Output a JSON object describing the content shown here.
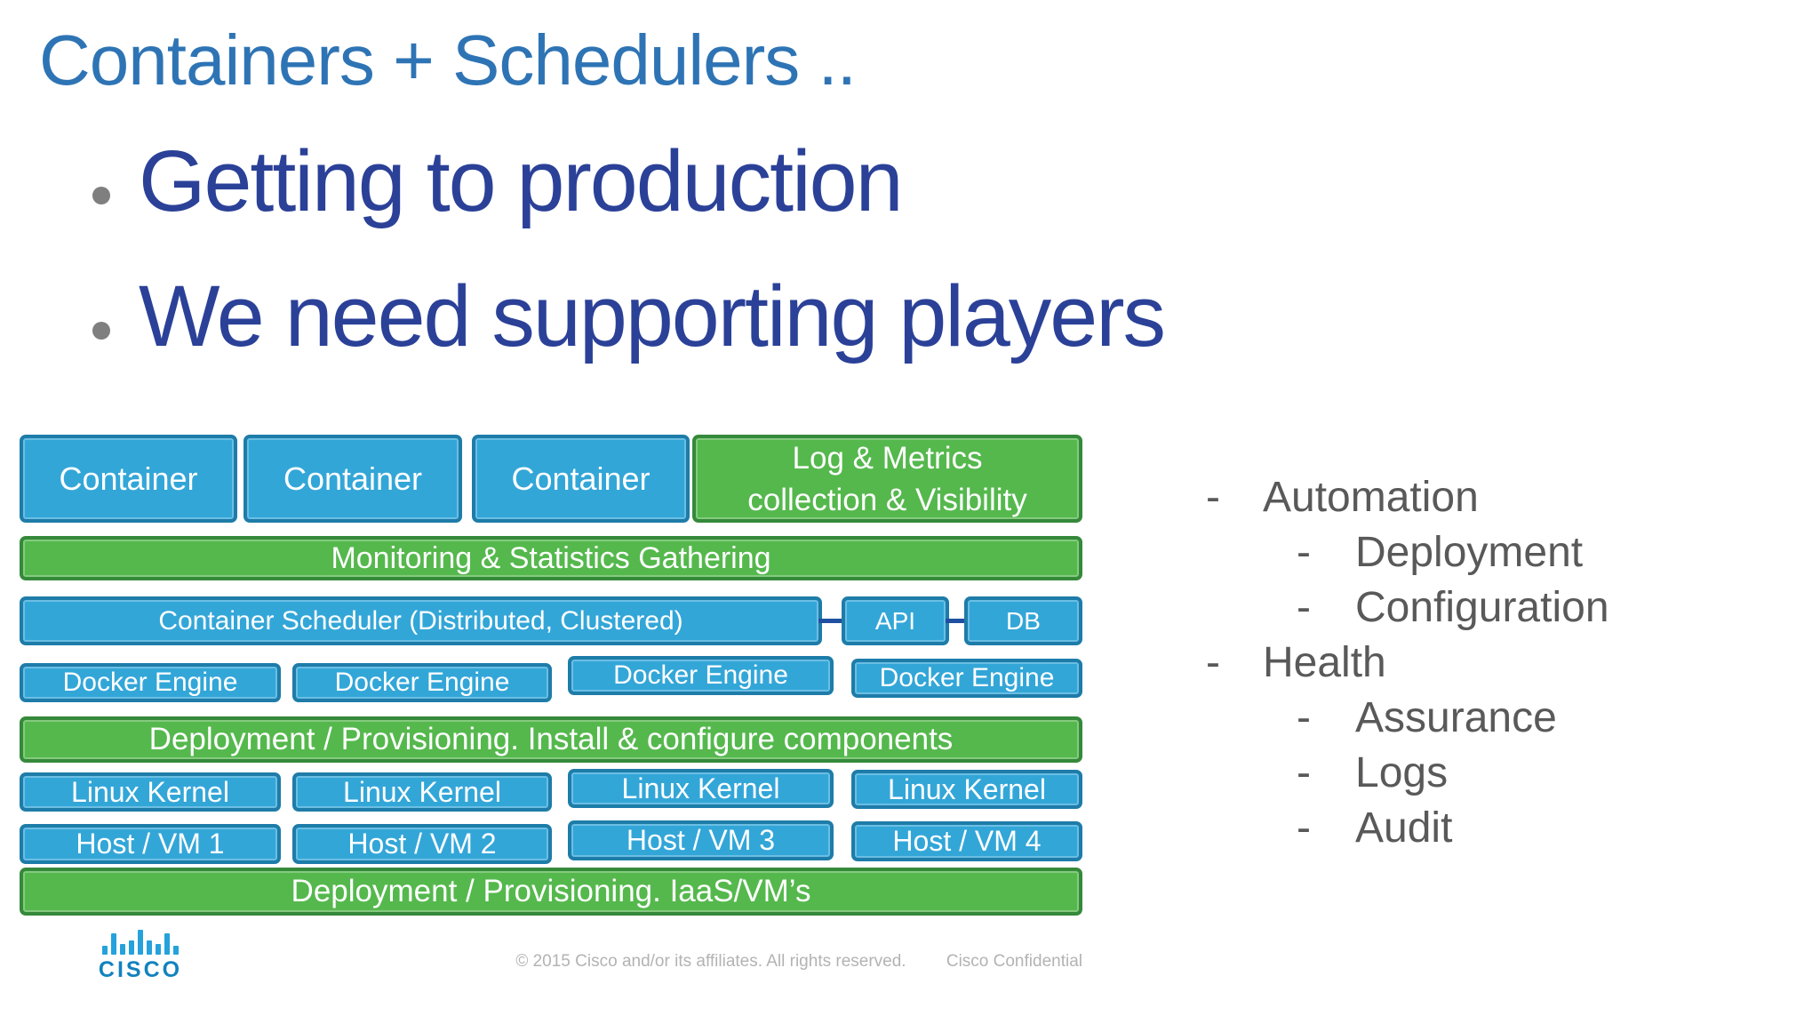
{
  "slide": {
    "title": "Containers + Schedulers ..",
    "bullets": [
      "Getting to production",
      "We need supporting players"
    ]
  },
  "diagram": {
    "containers": [
      "Container",
      "Container",
      "Container"
    ],
    "log_metrics_line1": "Log & Metrics",
    "log_metrics_line2": "collection & Visibility",
    "monitoring": "Monitoring & Statistics Gathering",
    "scheduler": "Container Scheduler (Distributed, Clustered)",
    "api": "API",
    "db": "DB",
    "docker_engines": [
      "Docker Engine",
      "Docker Engine",
      "Docker Engine",
      "Docker Engine"
    ],
    "deploy_components": "Deployment / Provisioning. Install & configure components",
    "linux_kernels": [
      "Linux Kernel",
      "Linux Kernel",
      "Linux Kernel",
      "Linux Kernel"
    ],
    "hosts": [
      "Host / VM 1",
      "Host / VM 2",
      "Host / VM 3",
      "Host / VM 4"
    ],
    "deploy_iaas": "Deployment / Provisioning. IaaS/VM’s"
  },
  "notes": {
    "marker": "-",
    "items": [
      {
        "label": "Automation",
        "children": [
          "Deployment",
          "Configuration"
        ]
      },
      {
        "label": "Health",
        "children": [
          "Assurance",
          "Logs",
          "Audit"
        ]
      }
    ]
  },
  "footer": {
    "logo_text": "CISCO",
    "copyright": "© 2015  Cisco and/or its affiliates. All rights reserved.",
    "confidential": "Cisco Confidential"
  },
  "colors": {
    "title_blue": "#2E74B5",
    "bullet_blue": "#2B4198",
    "box_blue_fill": "#33A6D8",
    "box_blue_border": "#1E7CA9",
    "box_green_fill": "#55B84D",
    "box_green_border": "#35893B",
    "connector_blue": "#1F4FA0",
    "notes_gray": "#595959",
    "footer_gray": "#B3B3B3",
    "cisco_blue": "#25A2DB"
  }
}
